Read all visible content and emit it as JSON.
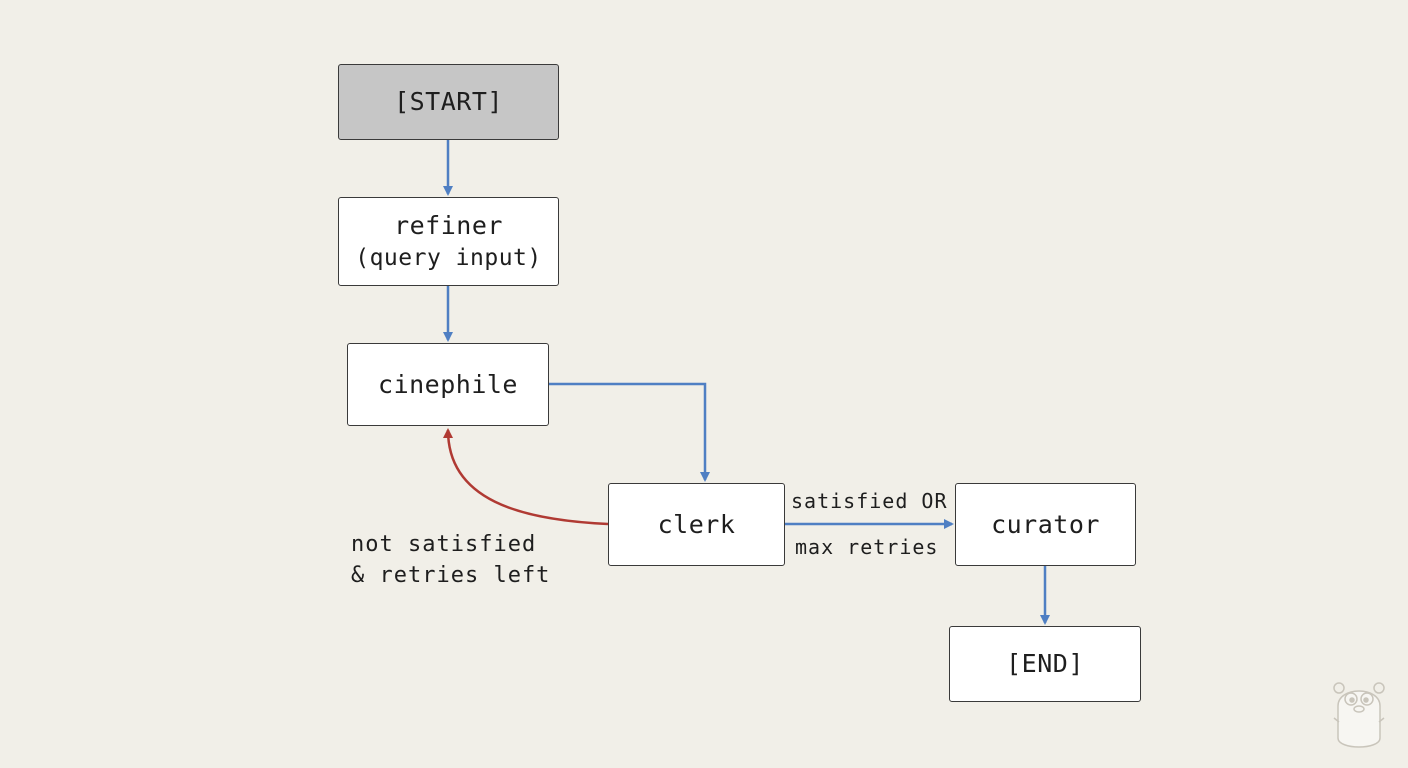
{
  "nodes": {
    "start": {
      "label": "[START]"
    },
    "refiner": {
      "label": "refiner",
      "sublabel": "(query input)"
    },
    "cinephile": {
      "label": "cinephile"
    },
    "clerk": {
      "label": "clerk"
    },
    "curator": {
      "label": "curator"
    },
    "end": {
      "label": "[END]"
    }
  },
  "edges": [
    {
      "from": "start",
      "to": "refiner",
      "kind": "forward"
    },
    {
      "from": "refiner",
      "to": "cinephile",
      "kind": "forward"
    },
    {
      "from": "cinephile",
      "to": "clerk",
      "kind": "forward"
    },
    {
      "from": "clerk",
      "to": "curator",
      "kind": "conditional"
    },
    {
      "from": "clerk",
      "to": "cinephile",
      "kind": "loop-back"
    },
    {
      "from": "curator",
      "to": "end",
      "kind": "forward"
    }
  ],
  "edge_labels": {
    "clerk_to_curator_line1": "satisfied OR",
    "clerk_to_curator_line2": "max retries",
    "loop_back_line1": "not satisfied",
    "loop_back_line2": "& retries left"
  },
  "colors": {
    "background": "#f1efe8",
    "forward_edge": "#4f7fc3",
    "loop_edge": "#b03a33",
    "start_fill": "#c6c6c6",
    "node_fill": "#ffffff",
    "node_border": "#3a3a3a"
  },
  "icons": {
    "corner_mascot": "gopher-icon"
  }
}
